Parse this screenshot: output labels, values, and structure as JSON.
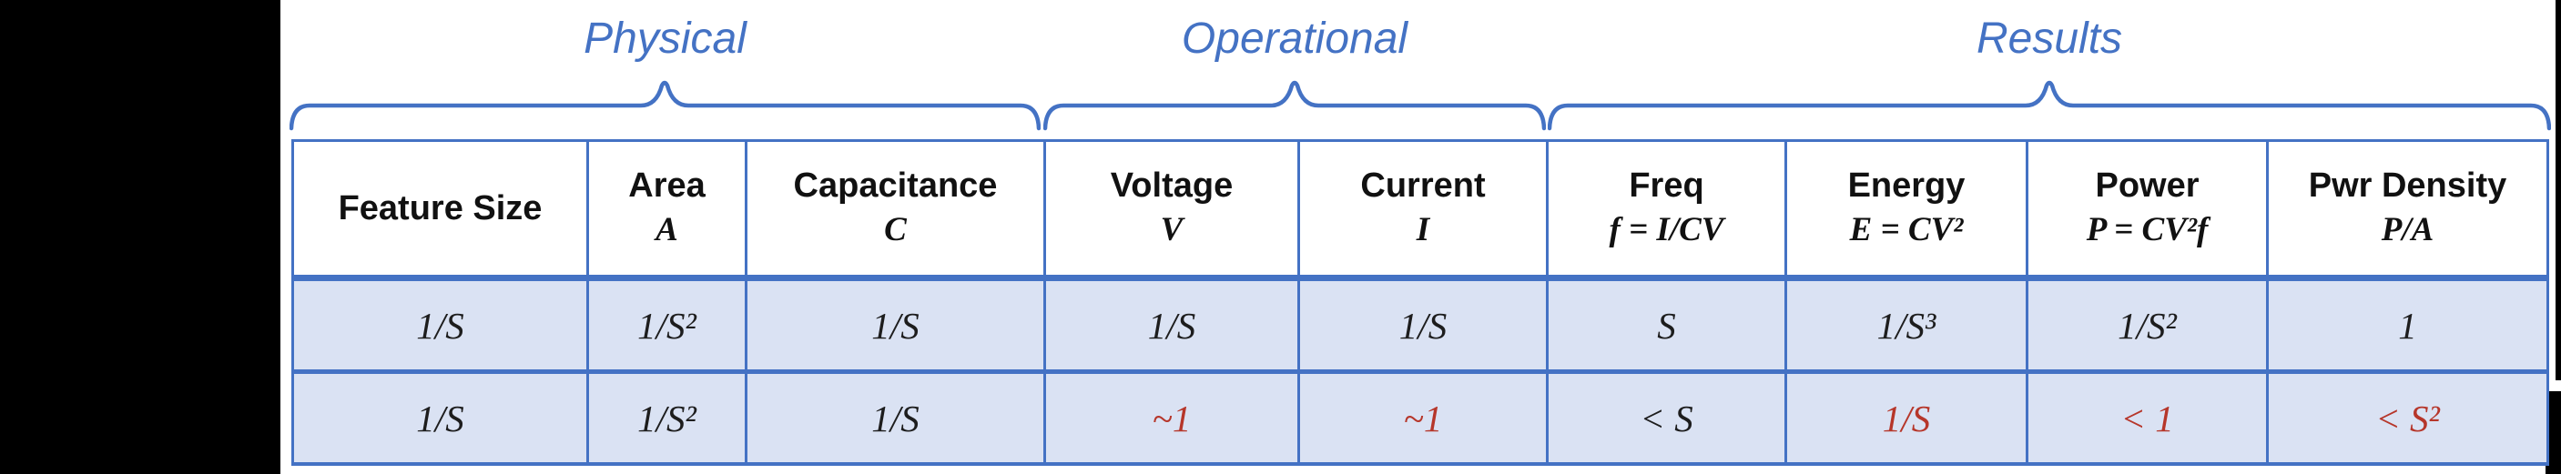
{
  "slide": {
    "groups": [
      {
        "label": "Physical",
        "columns": 3
      },
      {
        "label": "Operational",
        "columns": 2
      },
      {
        "label": "Results",
        "columns": 4
      }
    ],
    "table": {
      "columns": [
        {
          "title": "Feature Size",
          "symbol": ""
        },
        {
          "title": "Area",
          "symbol": "A"
        },
        {
          "title": "Capacitance",
          "symbol": "C"
        },
        {
          "title": "Voltage",
          "symbol": "V"
        },
        {
          "title": "Current",
          "symbol": "I"
        },
        {
          "title": "Freq",
          "symbol": "f = I/CV"
        },
        {
          "title": "Energy",
          "symbol": "E = CV²"
        },
        {
          "title": "Power",
          "symbol": "P = CV²f"
        },
        {
          "title": "Pwr Density",
          "symbol": "P/A"
        }
      ],
      "rows": [
        {
          "values": [
            "1/S",
            "1/S²",
            "1/S",
            "1/S",
            "1/S",
            "S",
            "1/S³",
            "1/S²",
            "1"
          ]
        },
        {
          "values": [
            "1/S",
            "1/S²",
            "1/S",
            "~1",
            "~1",
            "< S",
            "1/S",
            "< 1",
            "< S²"
          ]
        }
      ]
    },
    "colors": {
      "accent_blue": "#4472C4",
      "row_fill": "#DAE2F3",
      "highlight_red": "#B6362A",
      "text_black": "#1a1a1a",
      "slide_background": "#FFFFFF",
      "letterbox_black": "#000000"
    }
  }
}
